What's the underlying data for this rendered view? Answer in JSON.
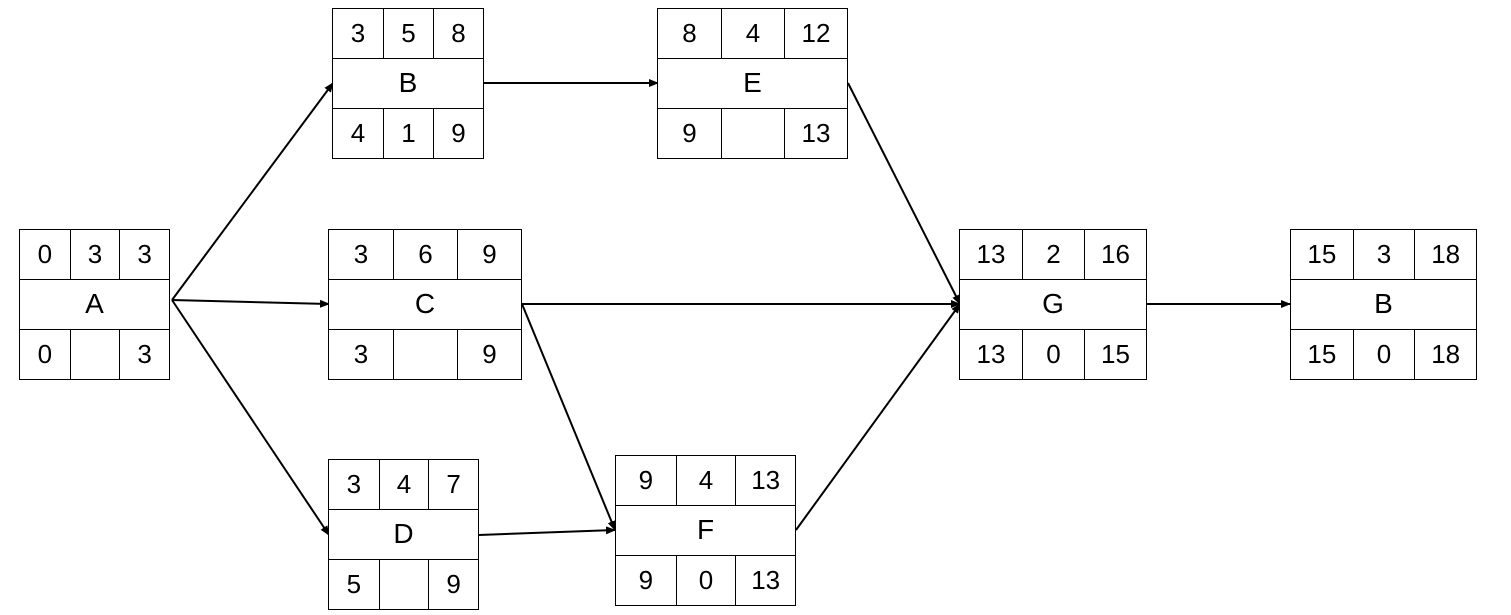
{
  "nodes": [
    {
      "id": "A",
      "name": "A",
      "top": [
        "0",
        "3",
        "3"
      ],
      "bottom": [
        "0",
        "",
        "3"
      ]
    },
    {
      "id": "B",
      "name": "B",
      "top": [
        "3",
        "5",
        "8"
      ],
      "bottom": [
        "4",
        "1",
        "9"
      ]
    },
    {
      "id": "C",
      "name": "C",
      "top": [
        "3",
        "6",
        "9"
      ],
      "bottom": [
        "3",
        "",
        "9"
      ]
    },
    {
      "id": "D",
      "name": "D",
      "top": [
        "3",
        "4",
        "7"
      ],
      "bottom": [
        "5",
        "",
        "9"
      ]
    },
    {
      "id": "E",
      "name": "E",
      "top": [
        "8",
        "4",
        "12"
      ],
      "bottom": [
        "9",
        "",
        "13"
      ]
    },
    {
      "id": "F",
      "name": "F",
      "top": [
        "9",
        "4",
        "13"
      ],
      "bottom": [
        "9",
        "0",
        "13"
      ]
    },
    {
      "id": "G",
      "name": "G",
      "top": [
        "13",
        "2",
        "16"
      ],
      "bottom": [
        "13",
        "0",
        "15"
      ]
    },
    {
      "id": "B2",
      "name": "B",
      "top": [
        "15",
        "3",
        "18"
      ],
      "bottom": [
        "15",
        "0",
        "18"
      ]
    }
  ],
  "edges": [
    {
      "from": "A",
      "to": "B"
    },
    {
      "from": "A",
      "to": "C"
    },
    {
      "from": "A",
      "to": "D"
    },
    {
      "from": "B",
      "to": "E"
    },
    {
      "from": "C",
      "to": "G"
    },
    {
      "from": "C",
      "to": "F"
    },
    {
      "from": "D",
      "to": "F"
    },
    {
      "from": "E",
      "to": "G"
    },
    {
      "from": "F",
      "to": "G"
    },
    {
      "from": "G",
      "to": "B2"
    }
  ]
}
